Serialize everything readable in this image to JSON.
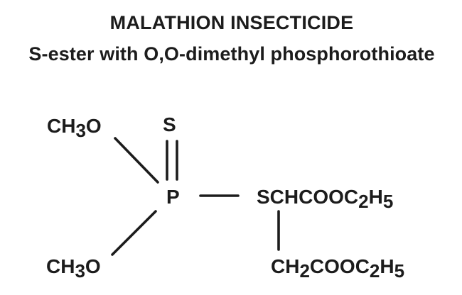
{
  "header": {
    "title": "MALATHION INSECTICIDE",
    "subtitle": "S-ester with O,O-dimethyl phosphorothioate"
  },
  "structure": {
    "methoxy_top": {
      "main": "CH",
      "sub": "3",
      "tail": "O"
    },
    "methoxy_bottom": {
      "main": "CH",
      "sub": "3",
      "tail": "O"
    },
    "thione_sulfur": "S",
    "phosphorus": "P",
    "thioether_chain": {
      "part1": "SCHCOOC",
      "sub1": "2",
      "part2": "H",
      "sub2": "5"
    },
    "ester_chain": {
      "part1": "CH",
      "sub1": "2",
      "part2": "COOC",
      "sub2": "2",
      "part3": "H",
      "sub3": "5"
    },
    "bonds": [
      {
        "id": "methoxy-top-to-P",
        "type": "single"
      },
      {
        "id": "methoxy-bottom-to-P",
        "type": "single"
      },
      {
        "id": "P-to-S",
        "type": "double"
      },
      {
        "id": "P-to-thioether",
        "type": "single"
      },
      {
        "id": "CH-to-CH2",
        "type": "single"
      }
    ]
  },
  "colors": {
    "ink": "#1c1c1c",
    "background": "#ffffff"
  }
}
